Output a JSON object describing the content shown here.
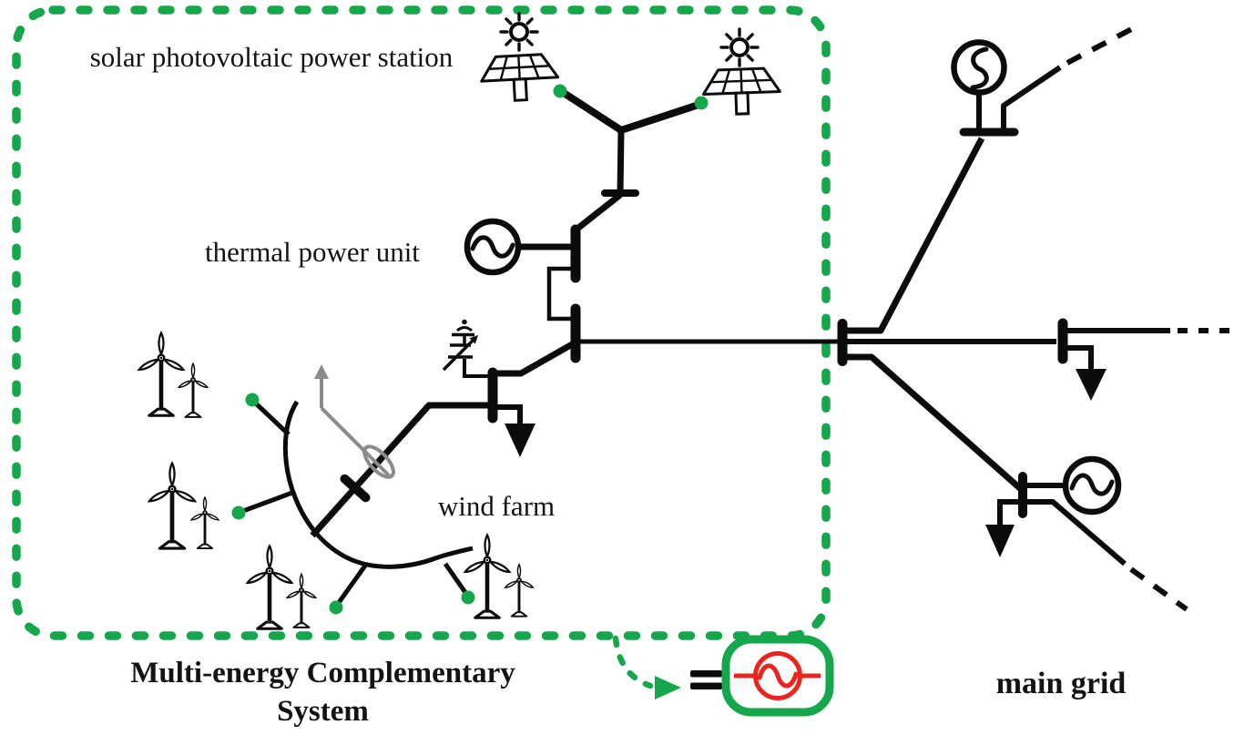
{
  "colors": {
    "green": "#16A64B",
    "red": "#E8251F",
    "ink": "#0B0B0B",
    "gray": "#8B8B8B",
    "text": "#131313"
  },
  "labels": {
    "solar_station": "solar photovoltaic power station",
    "thermal_unit": "thermal power unit",
    "wind_farm": "wind farm",
    "system_title": "Multi-energy Complementary System",
    "main_grid": "main grid"
  },
  "icons": {
    "sun_icon": "sun with rays",
    "solar_panel_icon": "tilted PV panel grid",
    "wind_turbine_icon": "three-blade wind turbine",
    "generator_icon": "circle with AC sine wave",
    "equivalent_source_icon": "red AC source in green rounded box",
    "load_arrow_icon": "filled down arrow",
    "equals_icon": "=",
    "compensator_icon": "adjustable shunt compensator",
    "wind_indicator_icon": "gray arrow with loop",
    "connection_node_icon": "green dot"
  }
}
